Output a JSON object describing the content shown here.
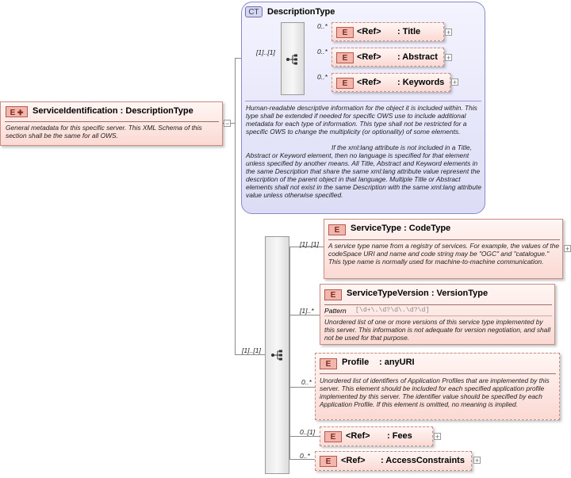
{
  "root": {
    "badge": "E",
    "name": "ServiceIdentification",
    "type": ": DescriptionType",
    "doc": "General metadata for this specific server. This XML Schema of this section shall be the same for all OWS."
  },
  "complex_type": {
    "badge": "CT",
    "name": "DescriptionType",
    "seq_cardinality": "[1]..[1]",
    "children": [
      {
        "badge": "E",
        "ref": "<Ref>",
        "name": ": Title",
        "cardinality": "0..*"
      },
      {
        "badge": "E",
        "ref": "<Ref>",
        "name": ": Abstract",
        "cardinality": "0..*"
      },
      {
        "badge": "E",
        "ref": "<Ref>",
        "name": ": Keywords",
        "cardinality": "0..*"
      }
    ],
    "doc1": "Human-readable descriptive information for the object it is included within. This type shall be extended if needed for specific OWS use to include additional metadata for each type of information. This type shall not be restricted for a specific OWS to change the multiplicity (or optionality) of some elements.",
    "doc2": "If the xml:lang attribute is not included in a Title, Abstract or Keyword element, then no language is specified for that element unless specified by another means.  All Title, Abstract and Keyword elements in the same Description that share the same xml:lang attribute value represent the description of the parent object in that language. Multiple Title or Abstract elements shall not exist in the same Description with the same xml:lang attribute value unless otherwise specified."
  },
  "sequence": {
    "cardinality": "[1]..[1]",
    "items": [
      {
        "badge": "E",
        "name": "ServiceType",
        "type": ": CodeType",
        "cardinality": "[1]..[1]",
        "doc": "A service type name from a registry of services. For example, the values of the codeSpace URI and name and code string may be \"OGC\" and \"catalogue.\" This type name is normally used for machine-to-machine communication."
      },
      {
        "badge": "E",
        "name": "ServiceTypeVersion",
        "type": ": VersionType",
        "cardinality": "[1]..*",
        "pattern_label": "Pattern",
        "pattern_value": "[\\d+\\.\\d?\\d\\.\\d?\\d]",
        "doc": "Unordered list of one or more versions of this service type implemented by this server. This information is not adequate for version negotiation, and shall not be used for that purpose."
      },
      {
        "badge": "E",
        "name": "Profile",
        "type": ": anyURI",
        "cardinality": "0..*",
        "doc": "Unordered list of identifiers of Application Profiles that are implemented by this server. This element should be included for each specified application profile implemented by this server. The identifier value should be specified by each Application Profile. If this element is omitted, no meaning is implied."
      },
      {
        "badge": "E",
        "ref": "<Ref>",
        "name": ": Fees",
        "cardinality": "0..[1]"
      },
      {
        "badge": "E",
        "ref": "<Ref>",
        "name": ": AccessConstraints",
        "cardinality": "0..*"
      }
    ]
  },
  "icons": {
    "expand": "plus-icon",
    "collapse": "minus-icon",
    "sequence": "sequence-icon"
  }
}
